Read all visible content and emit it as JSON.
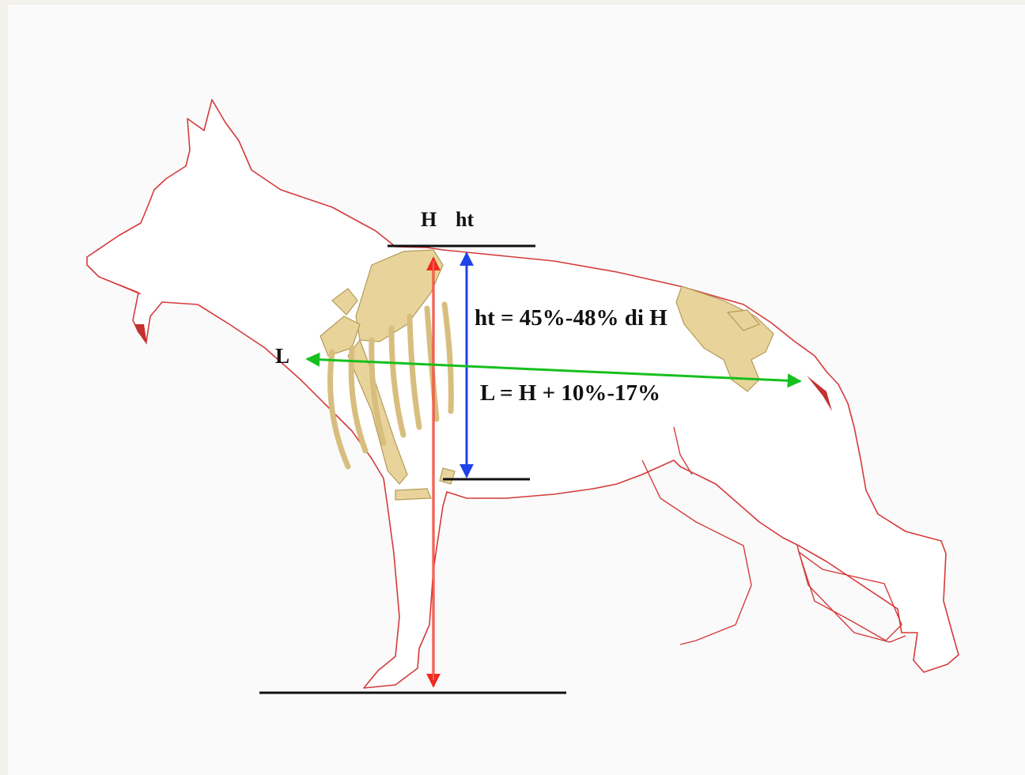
{
  "labels": {
    "H": "H",
    "ht": "ht",
    "L": "L",
    "formula_ht": "ht = 45%-48% di H",
    "formula_L": "L = H + 10%-17%"
  },
  "colors": {
    "outline": "#d63a3a",
    "H_arrow": "#f02a1e",
    "ht_arrow": "#1f43e8",
    "L_arrow": "#16c01e",
    "ref_line": "#111111",
    "bone": "#e8d49a"
  },
  "icons": {
    "dog": "german-shepherd-silhouette",
    "skeleton": "forequarter-bones-and-pelvis"
  }
}
